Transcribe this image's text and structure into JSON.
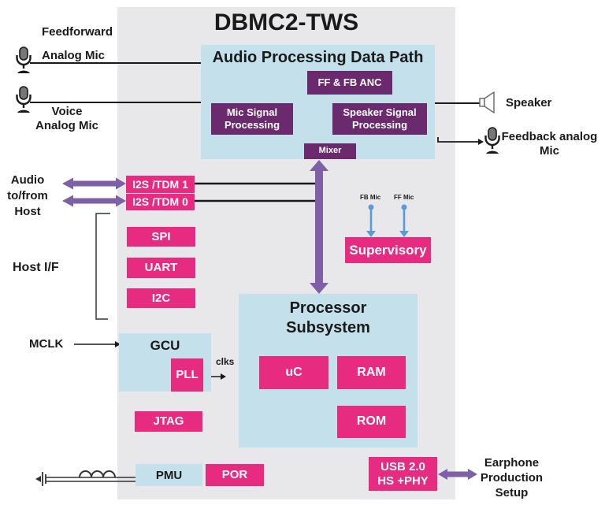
{
  "title": "DBMC2-TWS",
  "apdp": {
    "title": "Audio Processing Data Path",
    "anc": "FF & FB ANC",
    "mic_sp_1": "Mic Signal",
    "mic_sp_2": "Processing",
    "spk_sp_1": "Speaker Signal",
    "spk_sp_2": "Processing",
    "mixer": "Mixer"
  },
  "left": {
    "ff_mic_1": "Feedforward",
    "ff_mic_2": "Analog Mic",
    "voice_1": "Voice",
    "voice_2": "Analog Mic",
    "audio_1": "Audio",
    "audio_2": "to/from",
    "audio_3": "Host",
    "host_if": "Host I/F",
    "mclk": "MCLK"
  },
  "right": {
    "speaker": "Speaker",
    "feedback_1": "Feedback analog",
    "feedback_2": "Mic",
    "earphone_1": "Earphone",
    "earphone_2": "Production",
    "earphone_3": "Setup"
  },
  "interfaces": {
    "i2s1": "I2S /TDM 1",
    "i2s0": "I2S /TDM 0",
    "spi": "SPI",
    "uart": "UART",
    "i2c": "I2C",
    "jtag": "JTAG"
  },
  "gcu": {
    "label": "GCU",
    "pll": "PLL",
    "clks": "clks"
  },
  "supervisory": {
    "label": "Supervisory",
    "fb_mic": "FB Mic",
    "ff_mic": "FF Mic"
  },
  "processor": {
    "title_1": "Processor",
    "title_2": "Subsystem",
    "uc": "uC",
    "ram": "RAM",
    "rom": "ROM"
  },
  "bottom": {
    "pmu": "PMU",
    "por": "POR",
    "usb_1": "USB 2.0",
    "usb_2": "HS +PHY"
  },
  "colors": {
    "chip_bg": "#e8e8ea",
    "light_blue": "#c4e0eb",
    "pink": "#e62b80",
    "purple": "#6b2a6d",
    "arrow_purple": "#7d60a6",
    "arrow_blue": "#5b9bd5",
    "line_black": "#1a1a1a"
  }
}
